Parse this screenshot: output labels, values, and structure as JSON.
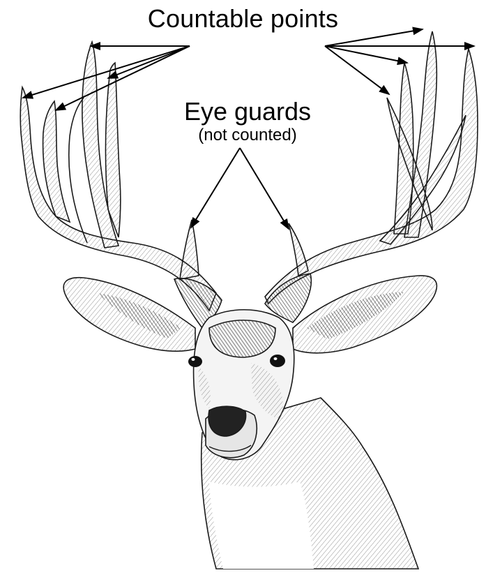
{
  "labels": {
    "countable_points": "Countable points",
    "eye_guards": "Eye guards",
    "eye_guards_note": "(not counted)"
  },
  "illustration": {
    "subject": "mule-deer-head-with-antlers",
    "ink_color": "#1a1a1a",
    "arrow_color": "#000000"
  }
}
